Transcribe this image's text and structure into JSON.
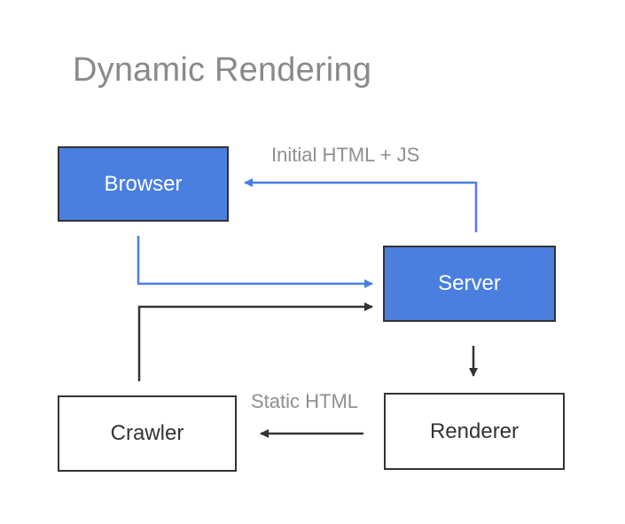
{
  "title": "Dynamic Rendering",
  "nodes": {
    "browser": "Browser",
    "server": "Server",
    "crawler": "Crawler",
    "renderer": "Renderer"
  },
  "edges": {
    "server_to_browser": "Initial HTML + JS",
    "renderer_to_crawler": "Static HTML"
  },
  "colors": {
    "blue_node": "#4a7fe0",
    "blue_arrow": "#4a7fe0",
    "dark_arrow": "#333333",
    "title": "#8a8a8a",
    "label": "#8f8f8f"
  }
}
